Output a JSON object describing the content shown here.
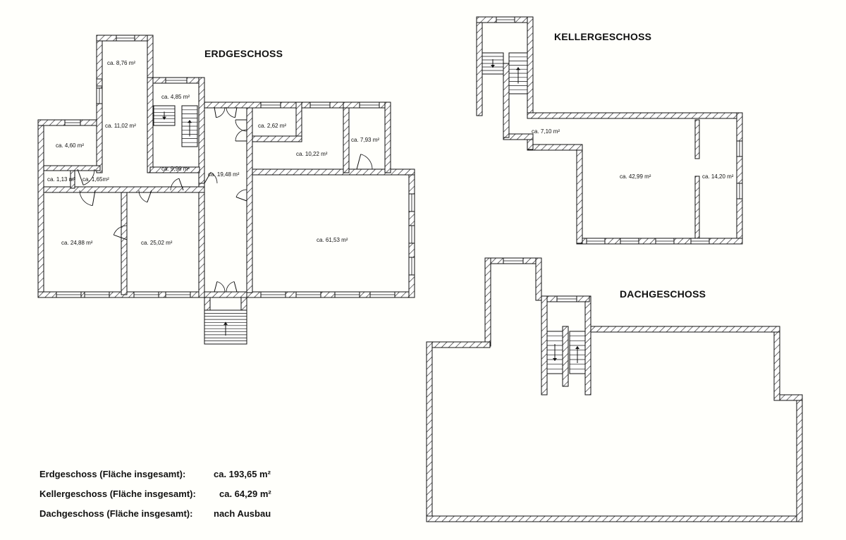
{
  "floors": {
    "erdgeschoss": {
      "title": "ERDGESCHOSS",
      "rooms": {
        "r1": "ca. 8,76 m²",
        "r2": "ca. 4,85 m²",
        "r3": "ca. 11,02 m²",
        "r4": "ca. 4,60 m²",
        "r5": "ca. 9,96 m²",
        "r6": "ca. 1,13 m²",
        "r7": "ca. 1,65m²",
        "r8": "ca. 19,48 m²",
        "r9": "ca. 2,62 m²",
        "r10": "ca. 10,22 m²",
        "r11": "ca. 7,93 m²",
        "r12": "ca. 24,88 m²",
        "r13": "ca. 25,02 m²",
        "r14": "ca. 61,53 m²"
      }
    },
    "kellergeschoss": {
      "title": "KELLERGESCHOSS",
      "rooms": {
        "r1": "ca. 7,10 m²",
        "r2": "ca. 42,99 m²",
        "r3": "ca. 14,20 m²"
      }
    },
    "dachgeschoss": {
      "title": "DACHGESCHOSS"
    }
  },
  "summary": [
    {
      "label": "Erdgeschoss (Fläche insgesamt):",
      "value": "ca. 193,65 m²"
    },
    {
      "label": "Kellergeschoss (Fläche insgesamt):",
      "value": "ca. 64,29 m²"
    },
    {
      "label": "Dachgeschoss (Fläche insgesamt):",
      "value": "nach Ausbau"
    }
  ]
}
